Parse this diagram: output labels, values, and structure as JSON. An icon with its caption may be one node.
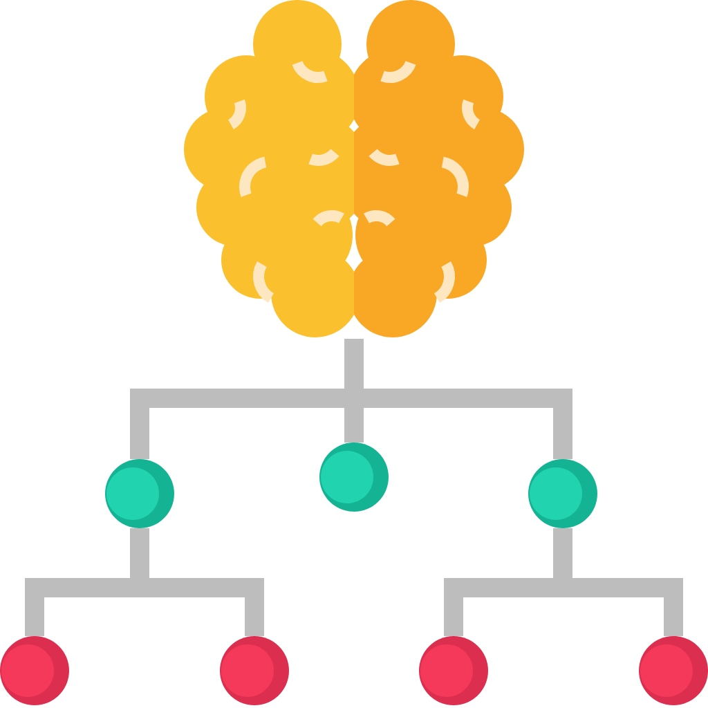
{
  "diagram": {
    "nodes": [
      {
        "text": [],
        "shape": "picture"
      },
      {
        "text": [],
        "shape": "circle"
      },
      {
        "text": [],
        "shape": "circle"
      },
      {
        "text": [],
        "shape": "circle"
      },
      {
        "text": [],
        "shape": "circle"
      },
      {
        "text": [],
        "shape": "circle"
      },
      {
        "text": [],
        "shape": "circle"
      },
      {
        "text": [],
        "shape": "circle"
      }
    ],
    "edges": [
      {
        "from": 0,
        "to": 1,
        "arrow": "none"
      },
      {
        "from": 0,
        "to": 2,
        "arrow": "none"
      },
      {
        "from": 0,
        "to": 3,
        "arrow": "none"
      },
      {
        "from": 1,
        "to": 4,
        "arrow": "none"
      },
      {
        "from": 1,
        "to": 5,
        "arrow": "none"
      },
      {
        "from": 3,
        "to": 6,
        "arrow": "none"
      },
      {
        "from": 3,
        "to": 7,
        "arrow": "none"
      }
    ]
  }
}
